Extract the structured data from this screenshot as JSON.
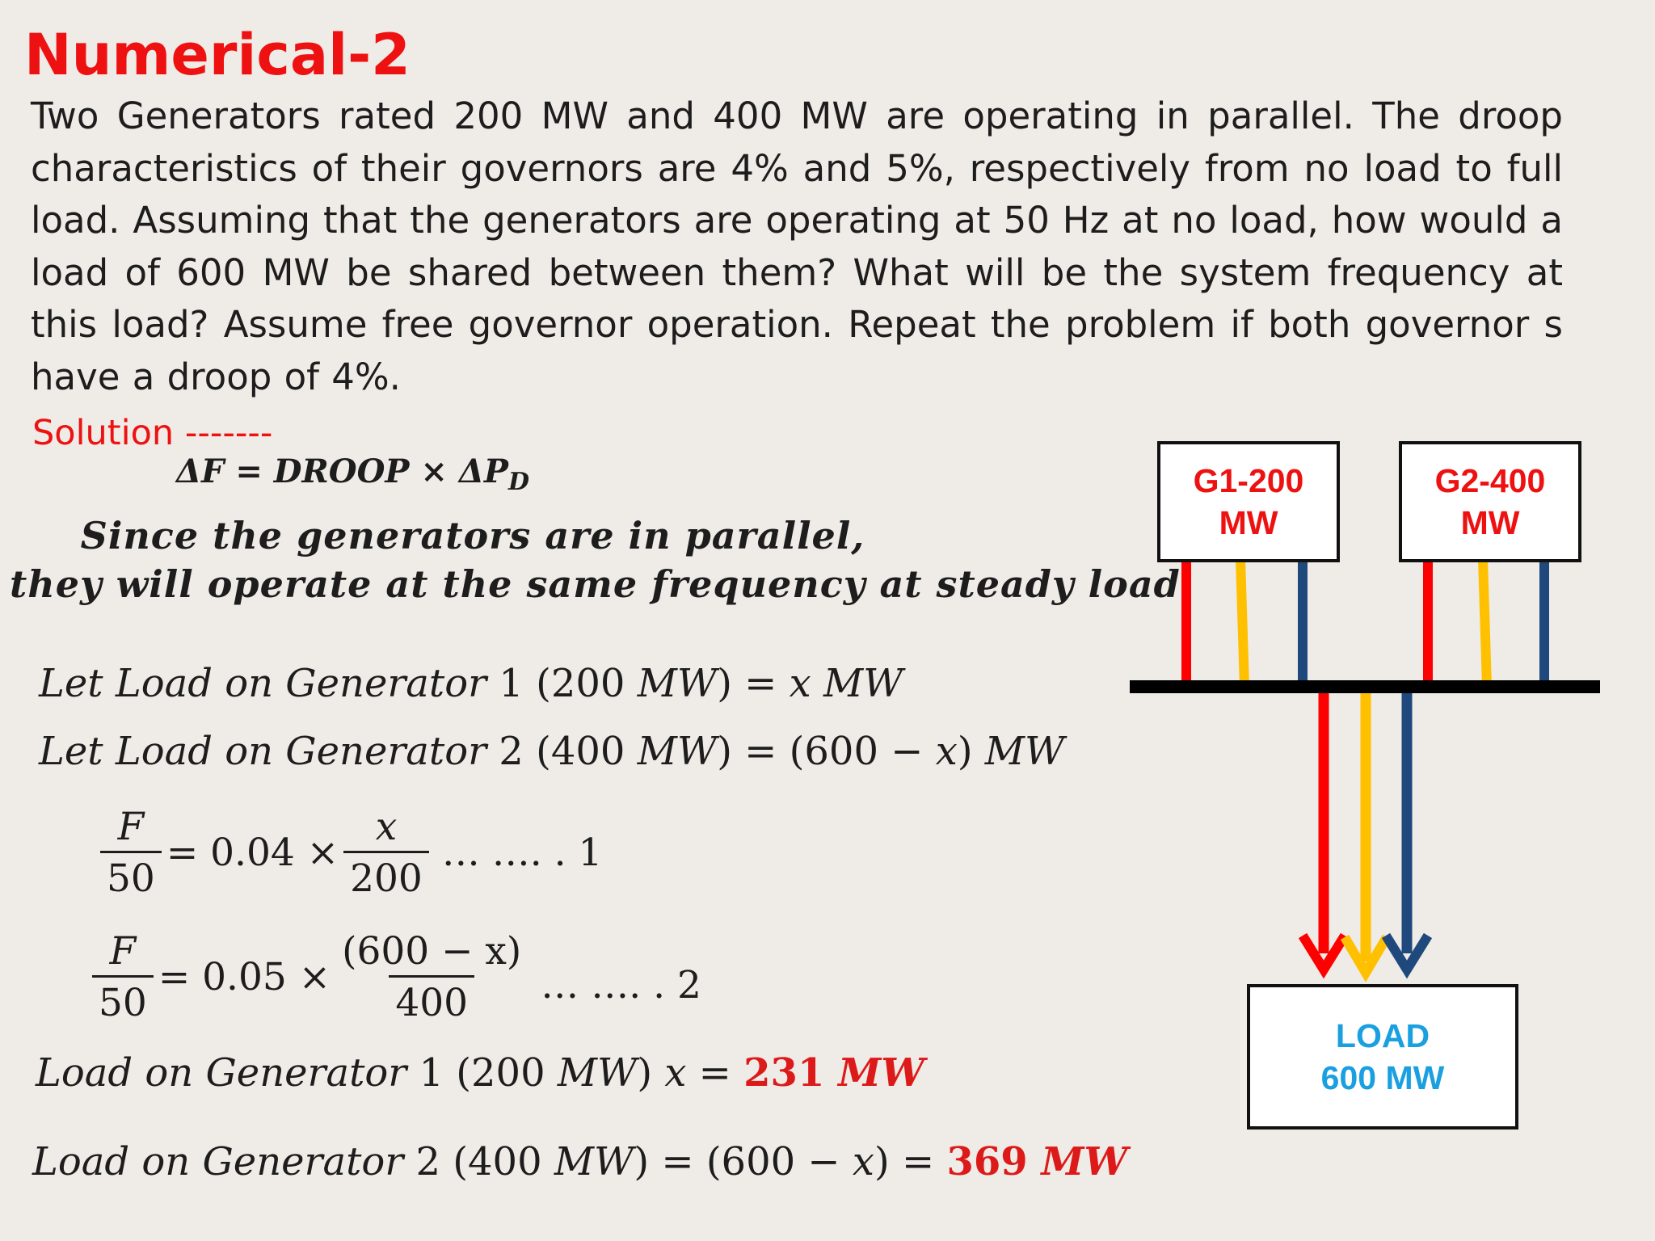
{
  "slide": {
    "title": "Numerical-2",
    "problem": "Two Generators rated 200 MW and 400 MW are operating in parallel. The droop characteristics of their governors are 4% and 5%, respectively from no load to full load. Assuming that the generators are operating at 50 Hz at no load, how would a load of 600 MW be shared between them? What will be the system frequency at this load? Assume free governor operation. Repeat the problem if both governor s have a droop of 4%.",
    "solution_label": "Solution -------"
  },
  "equations": {
    "droop_lhs": "ΔF = DROOP × ΔP",
    "droop_sub": "D",
    "parallel_line1": "Since the generators are in parallel,",
    "parallel_line2": "they will operate at the same frequency at steady load",
    "parallel_end": ".",
    "let1_a": "Let Load on Generator ",
    "let1_b": "1 (200 ",
    "let1_c": "MW",
    "let1_d": ") = ",
    "let1_e": "x MW",
    "let2_a": "Let Load on Generator ",
    "let2_b": "2 (400 ",
    "let2_c": "MW",
    "let2_d": ") = (600 − ",
    "let2_e": "x",
    "let2_f": ") ",
    "let2_g": "MW",
    "eq1": {
      "num1": "F",
      "den1": "50",
      "mid": "= 0.04 ×",
      "num2": "x",
      "den2": "200",
      "tail": "… …. . 1"
    },
    "eq2": {
      "num1": "F",
      "den1": "50",
      "mid": "= 0.05 ×",
      "num2": "(600 − x)",
      "den2": "400",
      "tail": "… …. . 2"
    },
    "res1_a": "Load on Generator ",
    "res1_b": "1 (200 ",
    "res1_c": "MW",
    "res1_d": ") ",
    "res1_e": "x",
    "res1_f": " = ",
    "res1_val": "231 ",
    "res1_unit": "MW",
    "res2_a": "Load on Generator ",
    "res2_b": "2 (400 ",
    "res2_c": "MW",
    "res2_d": ") = (600 − ",
    "res2_e": "x",
    "res2_f": ") = ",
    "res2_val": "369 ",
    "res2_unit": "MW"
  },
  "diagram": {
    "gen1_line1": "G1-200",
    "gen1_line2": "MW",
    "gen2_line1": "G2-400",
    "gen2_line2": "MW",
    "load_line1": "LOAD",
    "load_line2": "600 MW",
    "colors": {
      "red": "#ff0000",
      "yellow": "#ffc000",
      "blue": "#1f497d",
      "bus": "#000000"
    }
  }
}
